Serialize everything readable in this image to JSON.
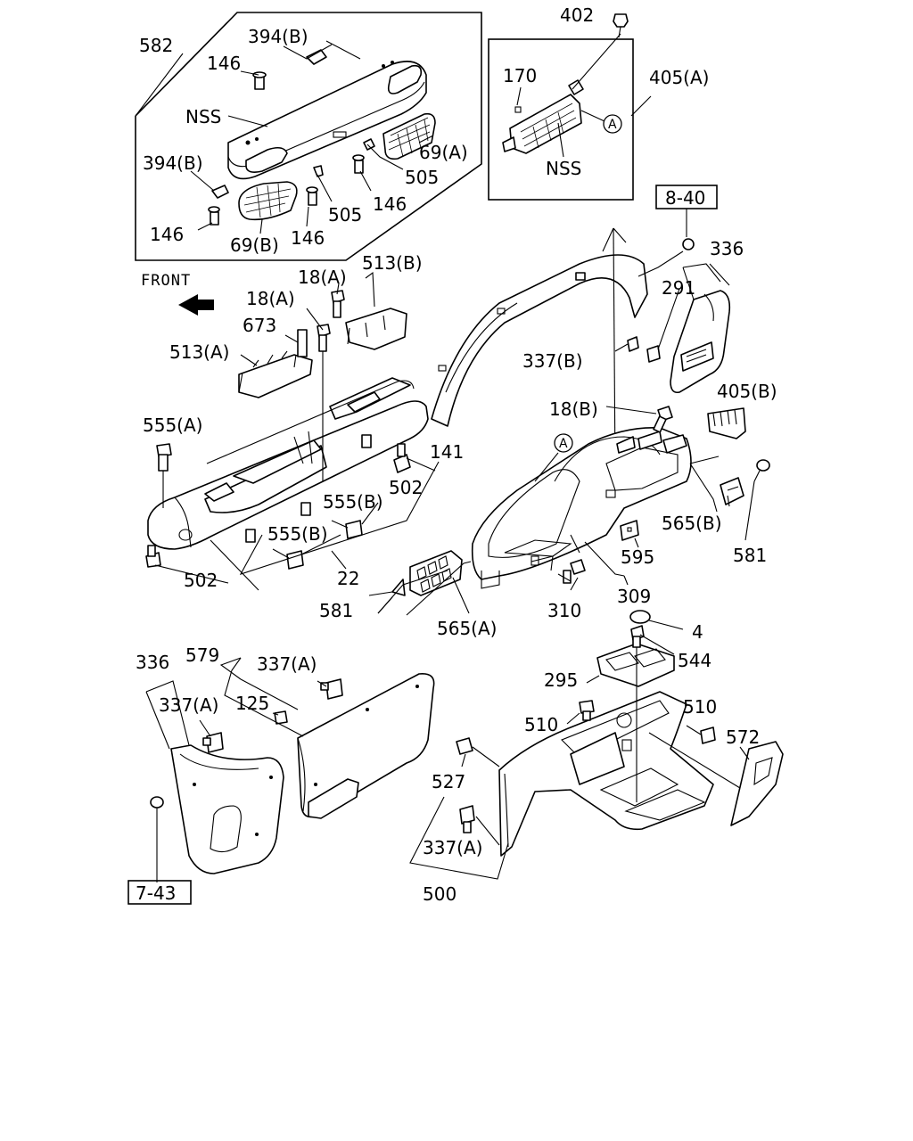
{
  "labels": {
    "l582": "582",
    "l394b_top": "394(B)",
    "l146_a": "146",
    "lnss_a": "NSS",
    "l69a": "69(A)",
    "l505_a": "505",
    "l394b_mid": "394(B)",
    "l505_b": "505",
    "l146_b": "146",
    "l146_c": "146",
    "l69b": "69(B)",
    "l146_d": "146",
    "l402": "402",
    "l170": "170",
    "l405a": "405(A)",
    "lnss_b": "NSS",
    "lcircle_a1": "A",
    "lfront": "FRONT",
    "l18a_top": "18(A)",
    "l513b": "513(B)",
    "l18a_mid": "18(A)",
    "l673": "673",
    "l513a": "513(A)",
    "l336_top": "336",
    "l291": "291",
    "l337b": "337(B)",
    "l405b": "405(B)",
    "l18b": "18(B)",
    "l555a": "555(A)",
    "l141": "141",
    "l502_a": "502",
    "l555b_a": "555(B)",
    "l555b_b": "555(B)",
    "lcircle_a2": "A",
    "l565b": "565(B)",
    "l581_a": "581",
    "l595": "595",
    "l22": "22",
    "l502_b": "502",
    "l581_b": "581",
    "l309": "309",
    "l310": "310",
    "l565a": "565(A)",
    "l4": "4",
    "l544": "544",
    "l336_bot": "336",
    "l579": "579",
    "l337a_top": "337(A)",
    "l125": "125",
    "l337a_left": "337(A)",
    "l295": "295",
    "l510_a": "510",
    "l510_b": "510",
    "l572": "572",
    "l527": "527",
    "l337a_bot": "337(A)",
    "l500": "500"
  },
  "refs": {
    "ref_8_40": "8-40",
    "ref_7_43": "7-43"
  }
}
